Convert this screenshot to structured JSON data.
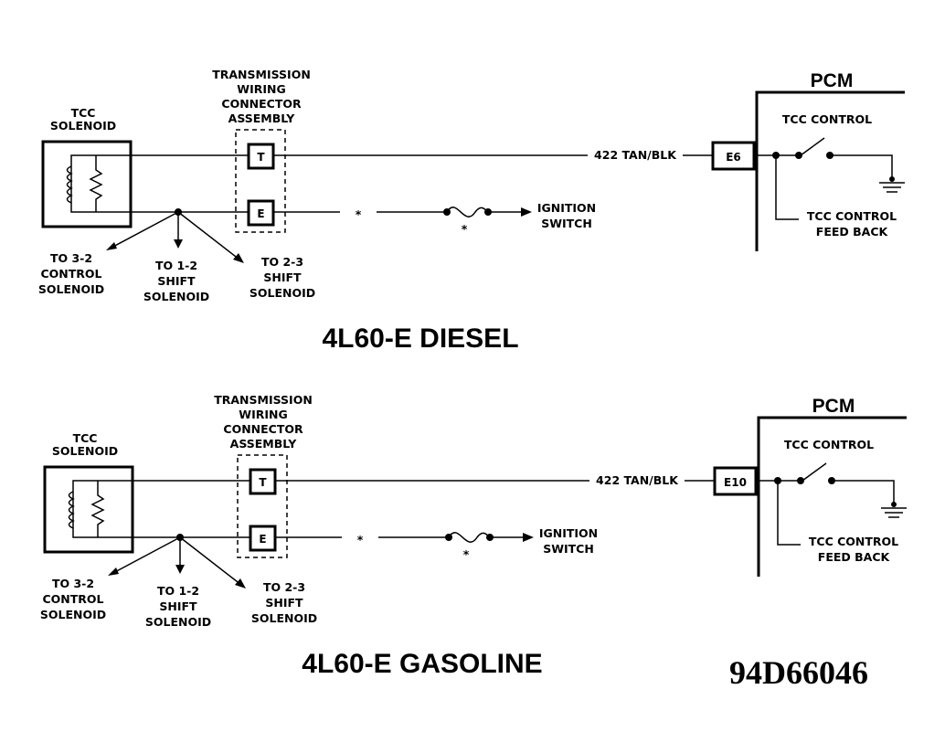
{
  "diagrams": [
    {
      "title": "4L60-E DIESEL",
      "pcm_label": "PCM",
      "tcc_solenoid": [
        "TCC",
        "SOLENOID"
      ],
      "connector": [
        "TRANSMISSION",
        "WIRING",
        "CONNECTOR",
        "ASSEMBLY"
      ],
      "pin_t": "T",
      "pin_e": "E",
      "wire_label": "422 TAN/BLK",
      "pcm_terminal": "E6",
      "tcc_control": "TCC CONTROL",
      "feedback": [
        "TCC CONTROL",
        "FEED BACK"
      ],
      "ignition": [
        "IGNITION",
        "SWITCH"
      ],
      "star": "*",
      "to_32": [
        "TO 3-2",
        "CONTROL",
        "SOLENOID"
      ],
      "to_12": [
        "TO 1-2",
        "SHIFT",
        "SOLENOID"
      ],
      "to_23": [
        "TO 2-3",
        "SHIFT",
        "SOLENOID"
      ]
    },
    {
      "title": "4L60-E GASOLINE",
      "pcm_label": "PCM",
      "tcc_solenoid": [
        "TCC",
        "SOLENOID"
      ],
      "connector": [
        "TRANSMISSION",
        "WIRING",
        "CONNECTOR",
        "ASSEMBLY"
      ],
      "pin_t": "T",
      "pin_e": "E",
      "wire_label": "422 TAN/BLK",
      "pcm_terminal": "E10",
      "tcc_control": "TCC CONTROL",
      "feedback": [
        "TCC CONTROL",
        "FEED BACK"
      ],
      "ignition": [
        "IGNITION",
        "SWITCH"
      ],
      "star": "*",
      "to_32": [
        "TO 3-2",
        "CONTROL",
        "SOLENOID"
      ],
      "to_12": [
        "TO 1-2",
        "SHIFT",
        "SOLENOID"
      ],
      "to_23": [
        "TO 2-3",
        "SHIFT",
        "SOLENOID"
      ]
    }
  ],
  "figure_code": "94D66046"
}
